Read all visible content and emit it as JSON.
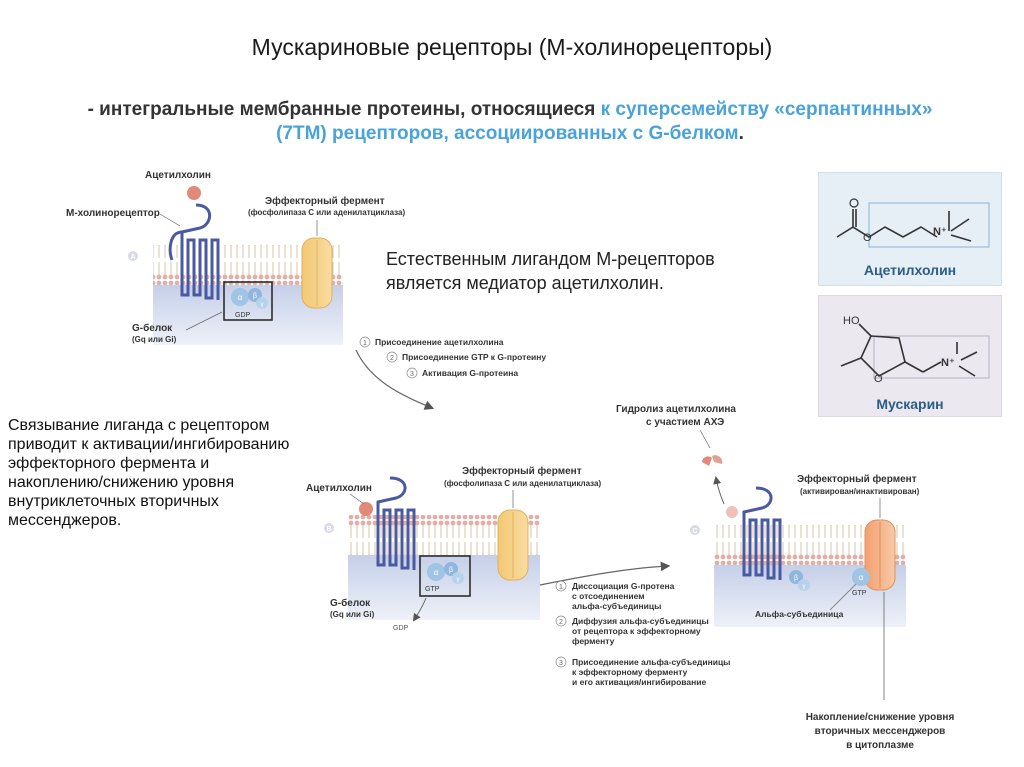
{
  "title": "Мускариновые рецепторы (М-холинорецепторы)",
  "subtitle": {
    "part1": "- интегральные мембранные протеины, относящиеся ",
    "part2": "к суперсемейству «серпантинных» (7ТМ) рецепторов, ассоциированных с G-белком",
    "part3": "."
  },
  "ligand_text": {
    "line1": "Естественным лигандом М-рецепторов",
    "line2": "является медиатор ацетилхолин."
  },
  "binding_text": {
    "line1": "Связывание лиганда с рецептором",
    "line2": "приводит к активации/ингибированию",
    "line3": "эффекторного фермента и",
    "line4": "накоплению/снижению уровня",
    "line5": "внутриклеточных вторичных",
    "line6": "мессенджеров."
  },
  "chem": {
    "acetylcholine": "Ацетилхолин",
    "muscarine": "Мускарин",
    "ho": "HO",
    "o": "O",
    "nplus": "N⁺"
  },
  "panel_a": {
    "letter": "A",
    "acetylcholine": "Ацетилхолин",
    "receptor": "М-холинорецептор",
    "effector": "Эффекторный фермент",
    "effector_sub": "(фосфолипаза С или аденилатциклаза)",
    "gprotein": "G-белок",
    "gprotein_sub": "(Gq или Gi)",
    "gdp": "GDP",
    "alpha": "α",
    "beta": "β",
    "gamma": "γ"
  },
  "steps_a": [
    {
      "n": "1",
      "text": "Присоединение ацетилхолина"
    },
    {
      "n": "2",
      "text": "Присоединение GTP к G-протеину"
    },
    {
      "n": "3",
      "text": "Активация G-протеина"
    }
  ],
  "panel_b": {
    "letter": "B",
    "acetylcholine": "Ацетилхолин",
    "effector": "Эффекторный фермент",
    "effector_sub": "(фосфолипаза С или аденилатциклаза)",
    "gprotein": "G-белок",
    "gprotein_sub": "(Gq или Gi)",
    "gtp": "GTP",
    "gdp": "GDP",
    "alpha": "α",
    "beta": "β",
    "gamma": "γ"
  },
  "steps_b": [
    {
      "n": "1",
      "l1": "Диссоциация G-протена",
      "l2": "с отсоединением",
      "l3": "альфа-субъединицы"
    },
    {
      "n": "2",
      "l1": "Диффузия альфа-субъединицы",
      "l2": "от рецептора к эффекторному",
      "l3": "ферменту"
    },
    {
      "n": "3",
      "l1": "Присоединение альфа-субъединицы",
      "l2": "к эффекторному ферменту",
      "l3": "и его активация/ингибирование"
    }
  ],
  "panel_c": {
    "letter": "C",
    "hydrolysis_l1": "Гидролиз ацетилхолина",
    "hydrolysis_l2": "с участием АХЭ",
    "effector": "Эффекторный фермент",
    "effector_sub": "(активирован/инактивирован)",
    "alpha_sub": "Альфа-субъединица",
    "gtp": "GTP",
    "alpha": "α",
    "beta": "β",
    "gamma": "γ",
    "accum_l1": "Накопление/снижение уровня",
    "accum_l2": "вторичных мессенджеров",
    "accum_l3": "в цитоплазме"
  }
}
